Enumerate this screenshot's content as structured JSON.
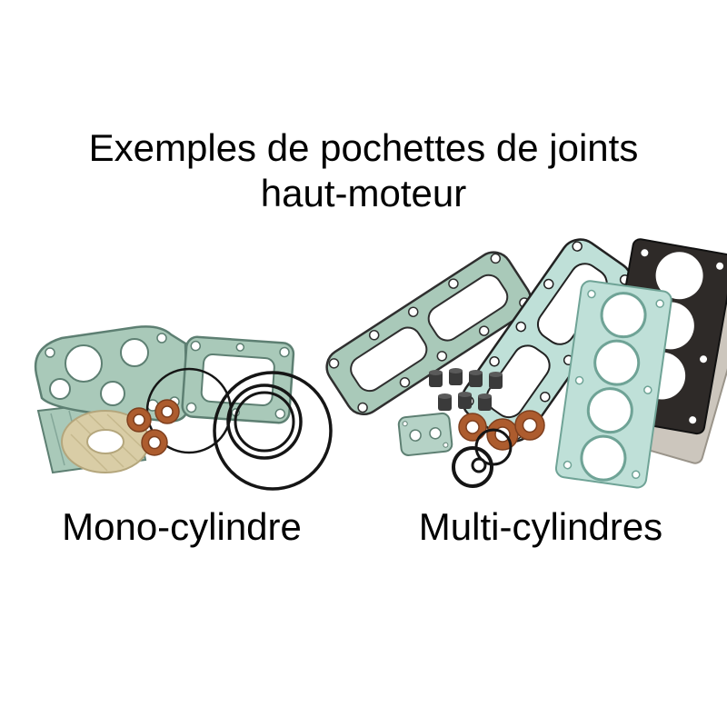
{
  "title": {
    "line1": "Exemples de pochettes de joints",
    "line2": "haut-moteur"
  },
  "captions": {
    "mono": "Mono-cylindre",
    "multi": "Multi-cylindres"
  },
  "colors": {
    "background": "#ffffff",
    "text": "#000000",
    "gasket_green": "#a9c9b9",
    "gasket_green_dark": "#5d7f72",
    "gasket_teal": "#bfe0d8",
    "gasket_teal_dark": "#6fa396",
    "copper": "#ad5c2e",
    "paper_beige": "#d9cda6",
    "rubber_black": "#151515",
    "dark_gasket": "#2e2a28",
    "metal_gasket": "#ccc6bd"
  }
}
